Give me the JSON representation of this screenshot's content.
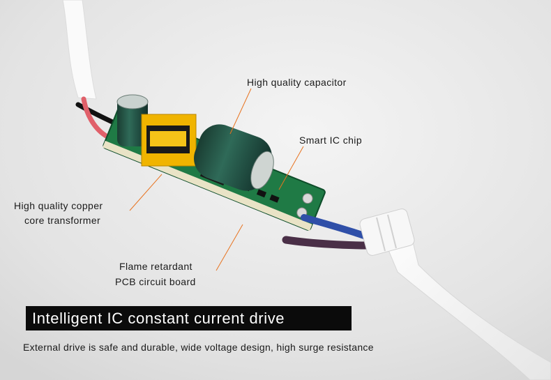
{
  "callouts": {
    "capacitor": "High quality  capacitor",
    "ic_chip": "Smart IC chip",
    "transformer_line1": "High quality copper",
    "transformer_line2": "core transformer",
    "pcb_line1": "Flame retardant",
    "pcb_line2": "PCB circuit board"
  },
  "headline": "Intelligent IC constant current drive",
  "tagline": "External drive is safe and durable, wide voltage design, high surge resistance",
  "colors": {
    "callout_line": "#e8731f",
    "headline_bg": "#0b0b0b",
    "headline_text": "#ffffff",
    "pcb_green": "#1f7a45"
  }
}
